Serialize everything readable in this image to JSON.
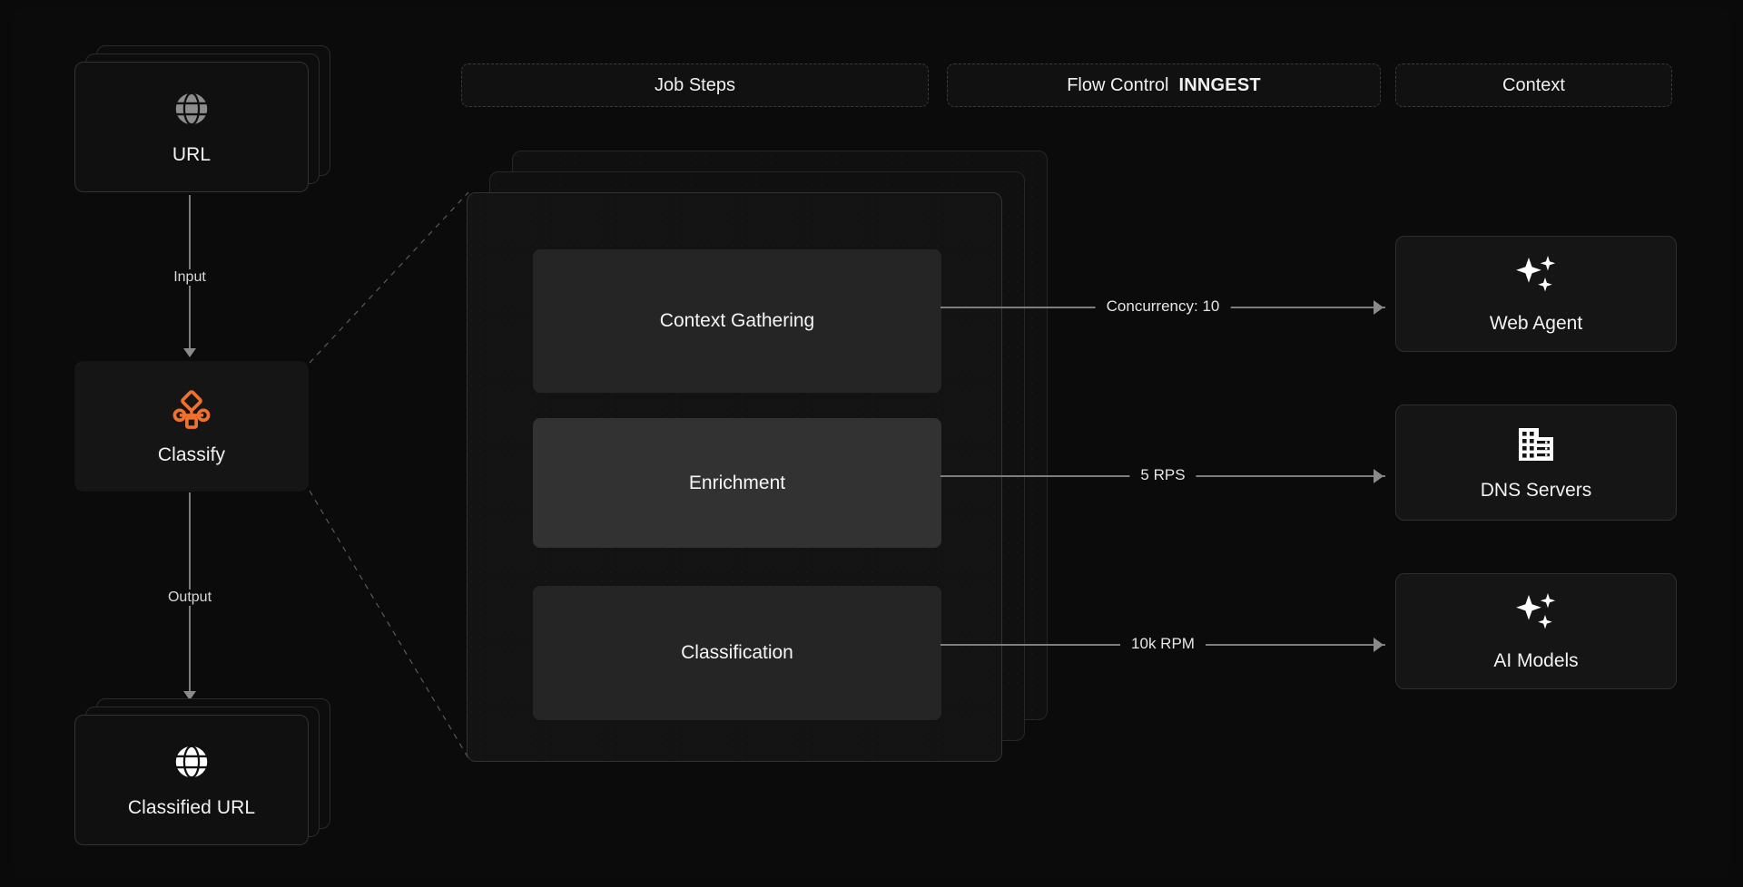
{
  "diagram": {
    "title": "Inngest classify job flow",
    "background_color": "#0b0b0b",
    "accent_color": "#f0712c"
  },
  "headers": [
    {
      "label": "Job Steps",
      "icon": ""
    },
    {
      "label": "Flow Control",
      "brand": "INNGEST"
    },
    {
      "label": "Context",
      "icon": ""
    }
  ],
  "left_flow": {
    "input_node": {
      "label": "URL",
      "icon": "globe-icon",
      "stacked": true
    },
    "edge_input_label": "Input",
    "process_node": {
      "label": "Classify",
      "icon": "workflow-icon"
    },
    "edge_output_label": "Output",
    "output_node": {
      "label": "Classified URL",
      "icon": "globe-icon",
      "stacked": true
    }
  },
  "job_steps": {
    "panel_layers": 3,
    "steps": [
      {
        "label": "Context Gathering",
        "highlighted": false
      },
      {
        "label": "Enrichment",
        "highlighted": true
      },
      {
        "label": "Classification",
        "highlighted": false
      }
    ]
  },
  "flow_control": {
    "labels": [
      "Concurrency: 10",
      "5 RPS",
      "10k RPM"
    ]
  },
  "context": {
    "cards": [
      {
        "label": "Web Agent",
        "icon": "sparkles-icon"
      },
      {
        "label": "DNS Servers",
        "icon": "building-icon"
      },
      {
        "label": "AI Models",
        "icon": "sparkles-icon"
      }
    ]
  }
}
